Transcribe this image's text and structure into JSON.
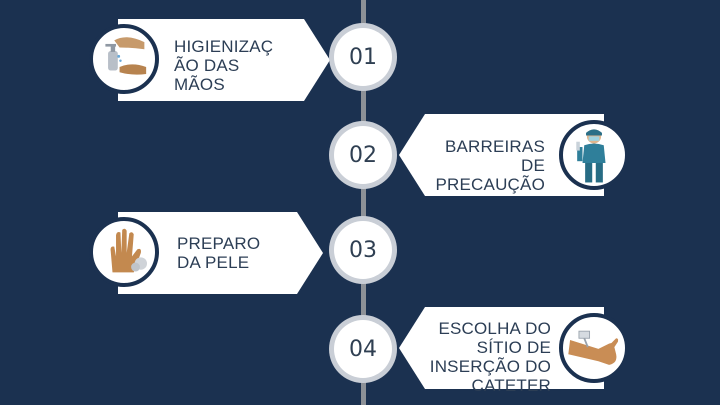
{
  "steps": [
    {
      "number": "01",
      "label": "HIGIENIZAÇ\nÃO DAS\nMÃOS",
      "icon": "hand-sanitizer-icon"
    },
    {
      "number": "02",
      "label": "BARREIRAS\nDE\nPRECAUÇÃO",
      "icon": "surgeon-icon"
    },
    {
      "number": "03",
      "label": "PREPARO\nDA PELE",
      "icon": "gloved-hand-icon"
    },
    {
      "number": "04",
      "label": "ESCOLHA DO\nSÍTIO DE\nINSERÇÃO DO\nCATETER",
      "icon": "arm-catheter-icon"
    }
  ],
  "colors": {
    "background": "#1b3150",
    "spine": "#8d9197",
    "banner": "#ffffff",
    "text": "#2c3e55"
  }
}
